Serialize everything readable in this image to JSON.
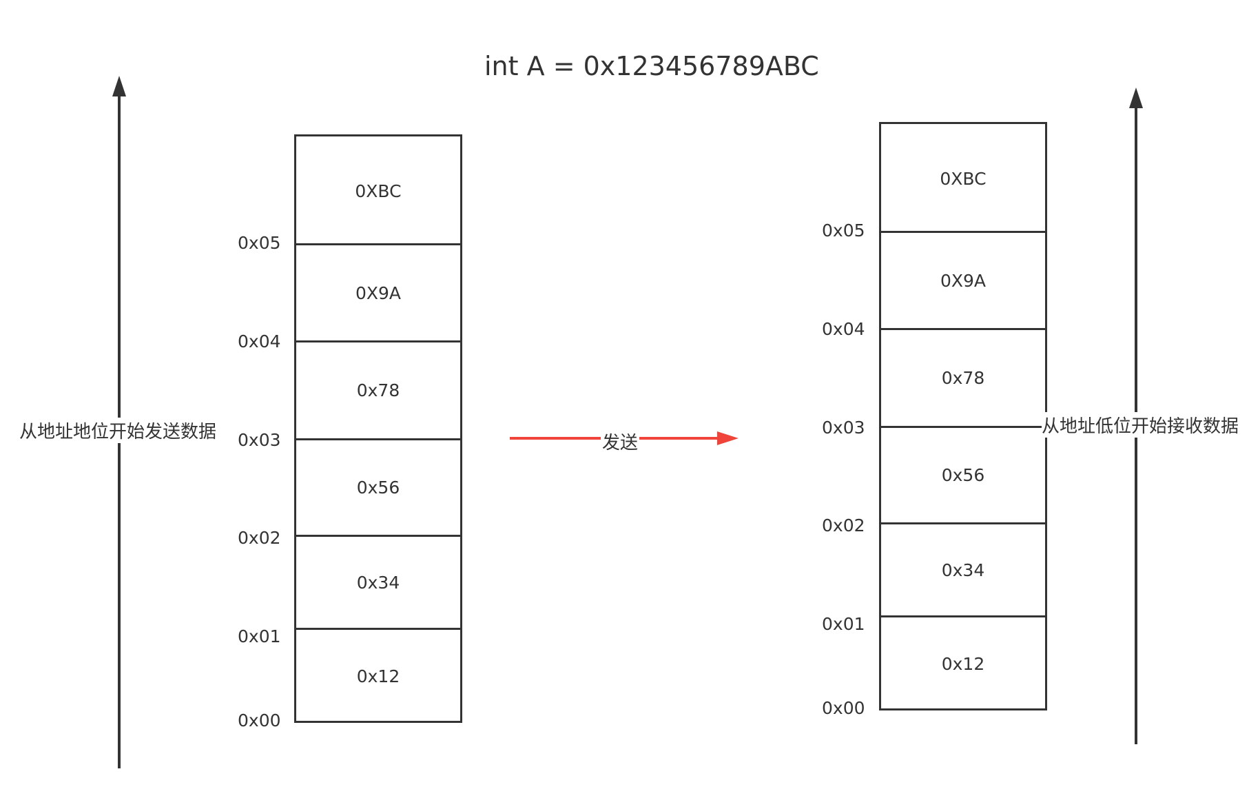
{
  "title": "int A = 0x123456789ABC",
  "colors": {
    "stroke": "#333333",
    "send_arrow": "#f0443a"
  },
  "left": {
    "label": "从地址地位开始发送数据",
    "cells": [
      "0XBC",
      "0X9A",
      "0x78",
      "0x56",
      "0x34",
      "0x12"
    ],
    "addresses": [
      "0x05",
      "0x04",
      "0x03",
      "0x02",
      "0x01",
      "0x00"
    ]
  },
  "transfer": {
    "label": "发送"
  },
  "right": {
    "label": "从地址低位开始接收数据",
    "cells": [
      "0XBC",
      "0X9A",
      "0x78",
      "0x56",
      "0x34",
      "0x12"
    ],
    "addresses": [
      "0x05",
      "0x04",
      "0x03",
      "0x02",
      "0x01",
      "0x00"
    ]
  }
}
